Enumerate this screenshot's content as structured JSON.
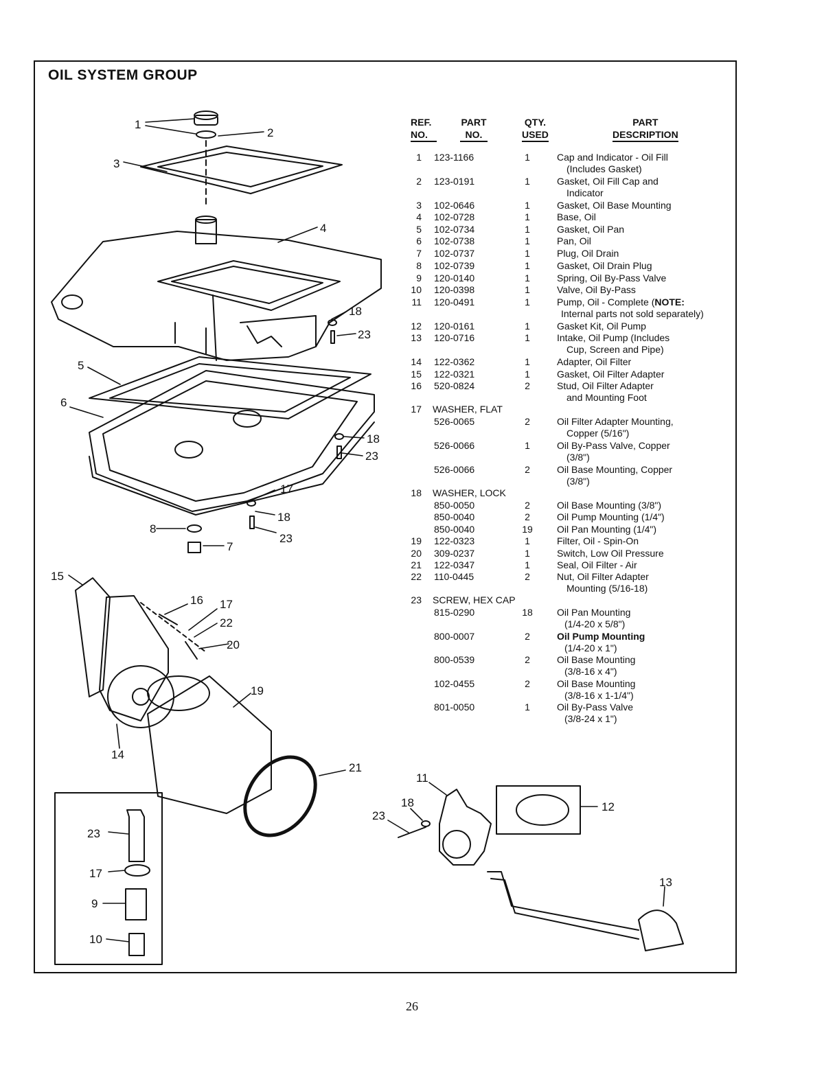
{
  "title": "OIL SYSTEM GROUP",
  "headers": {
    "ref_line1": "REF.",
    "ref_line2": "NO.",
    "part_line1": "PART",
    "part_line2": "NO.",
    "qty_line1": "QTY.",
    "qty_line2": "USED",
    "desc_line1": "PART",
    "desc_line2": "DESCRIPTION"
  },
  "parts": [
    {
      "ref": "1",
      "part": "123-1166",
      "qty": "1",
      "desc": "Cap and Indicator - Oil Fill",
      "desc2": "(Includes Gasket)"
    },
    {
      "ref": "2",
      "part": "123-0191",
      "qty": "1",
      "desc": "Gasket, Oil Fill Cap and",
      "desc2": "Indicator"
    },
    {
      "ref": "3",
      "part": "102-0646",
      "qty": "1",
      "desc": "Gasket, Oil Base Mounting"
    },
    {
      "ref": "4",
      "part": "102-0728",
      "qty": "1",
      "desc": "Base, Oil"
    },
    {
      "ref": "5",
      "part": "102-0734",
      "qty": "1",
      "desc": "Gasket, Oil Pan"
    },
    {
      "ref": "6",
      "part": "102-0738",
      "qty": "1",
      "desc": "Pan, Oil"
    },
    {
      "ref": "7",
      "part": "102-0737",
      "qty": "1",
      "desc": "Plug, Oil Drain"
    },
    {
      "ref": "8",
      "part": "102-0739",
      "qty": "1",
      "desc": "Gasket, Oil Drain Plug"
    },
    {
      "ref": "9",
      "part": "120-0140",
      "qty": "1",
      "desc": "Spring, Oil By-Pass Valve"
    },
    {
      "ref": "10",
      "part": "120-0398",
      "qty": "1",
      "desc": "Valve, Oil By-Pass"
    },
    {
      "ref": "11",
      "part": "120-0491",
      "qty": "1",
      "desc": "Pump, Oil - Complete (",
      "desc_bold": "NOTE:",
      "desc2": "Internal parts not sold separately)"
    },
    {
      "ref": "12",
      "part": "120-0161",
      "qty": "1",
      "desc": "Gasket Kit, Oil Pump"
    },
    {
      "ref": "13",
      "part": "120-0716",
      "qty": "1",
      "desc": "Intake, Oil Pump (Includes",
      "desc2": "Cup, Screen and Pipe)"
    },
    {
      "ref": "14",
      "part": "122-0362",
      "qty": "1",
      "desc": "Adapter, Oil Filter"
    },
    {
      "ref": "15",
      "part": "122-0321",
      "qty": "1",
      "desc": "Gasket, Oil Filter Adapter"
    },
    {
      "ref": "16",
      "part": "520-0824",
      "qty": "2",
      "desc": "Stud, Oil Filter Adapter",
      "desc2": "and Mounting Foot"
    },
    {
      "ref": "17",
      "group": "WASHER, FLAT"
    },
    {
      "part": "526-0065",
      "qty": "2",
      "desc": "Oil Filter Adapter Mounting,",
      "desc2": "Copper (5/16\")"
    },
    {
      "part": "526-0066",
      "qty": "1",
      "desc": "Oil By-Pass Valve, Copper",
      "desc2": "(3/8\")"
    },
    {
      "part": "526-0066",
      "qty": "2",
      "desc": "Oil Base Mounting, Copper",
      "desc2": "(3/8\")"
    },
    {
      "ref": "18",
      "group": "WASHER, LOCK"
    },
    {
      "part": "850-0050",
      "qty": "2",
      "desc": "Oil Base Mounting (3/8\")"
    },
    {
      "part": "850-0040",
      "qty": "2",
      "desc": "Oil Pump Mounting (1/4\")"
    },
    {
      "part": "850-0040",
      "qty": "19",
      "desc": "Oil Pan Mounting (1/4\")"
    },
    {
      "ref": "19",
      "part": "122-0323",
      "qty": "1",
      "desc": "Filter, Oil - Spin-On"
    },
    {
      "ref": "20",
      "part": "309-0237",
      "qty": "1",
      "desc": "Switch, Low Oil Pressure"
    },
    {
      "ref": "21",
      "part": "122-0347",
      "qty": "1",
      "desc": "Seal, Oil Filter - Air"
    },
    {
      "ref": "22",
      "part": "110-0445",
      "qty": "2",
      "desc": "Nut, Oil Filter Adapter",
      "desc2": "Mounting (5/16-18)"
    },
    {
      "ref": "23",
      "group": "SCREW, HEX CAP"
    },
    {
      "part": "815-0290",
      "qty": "18",
      "desc": "Oil Pan Mounting",
      "desc2": "(1/4-20 x 5/8\")"
    },
    {
      "part": "800-0007",
      "qty": "2",
      "desc": "Oil Pump Mounting",
      "desc2": "(1/4-20 x 1\")",
      "bold": true
    },
    {
      "part": "800-0539",
      "qty": "2",
      "desc": "Oil Base Mounting",
      "desc2": "(3/8-16 x 4\")"
    },
    {
      "part": "102-0455",
      "qty": "2",
      "desc": "Oil Base Mounting",
      "desc2": "(3/8-16 x 1-1/4\")"
    },
    {
      "part": "801-0050",
      "qty": "1",
      "desc": "Oil By-Pass Valve",
      "desc2": "(3/8-24 x 1\")"
    }
  ],
  "callouts": [
    "1",
    "2",
    "3",
    "4",
    "5",
    "6",
    "7",
    "8",
    "9",
    "10",
    "11",
    "12",
    "13",
    "14",
    "15",
    "16",
    "17",
    "18",
    "19",
    "20",
    "21",
    "22",
    "23"
  ],
  "page_number": "26"
}
